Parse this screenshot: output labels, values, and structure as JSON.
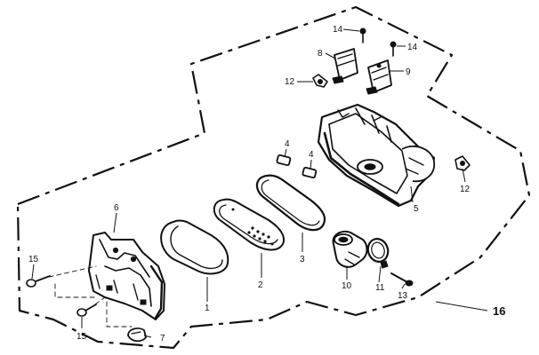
{
  "diagram": {
    "callouts": [
      {
        "id": "c1",
        "label": "1"
      },
      {
        "id": "c2",
        "label": "2"
      },
      {
        "id": "c3",
        "label": "3"
      },
      {
        "id": "c4a",
        "label": "4"
      },
      {
        "id": "c4b",
        "label": "4"
      },
      {
        "id": "c5",
        "label": "5"
      },
      {
        "id": "c6",
        "label": "6"
      },
      {
        "id": "c7",
        "label": "7"
      },
      {
        "id": "c8",
        "label": "8"
      },
      {
        "id": "c9",
        "label": "9"
      },
      {
        "id": "c10",
        "label": "10"
      },
      {
        "id": "c11",
        "label": "11"
      },
      {
        "id": "c12a",
        "label": "12"
      },
      {
        "id": "c12b",
        "label": "12"
      },
      {
        "id": "c13",
        "label": "13"
      },
      {
        "id": "c14a",
        "label": "14"
      },
      {
        "id": "c14b",
        "label": "14"
      },
      {
        "id": "c15a",
        "label": "15"
      },
      {
        "id": "c15b",
        "label": "15"
      },
      {
        "id": "c16",
        "label": "16"
      }
    ]
  }
}
